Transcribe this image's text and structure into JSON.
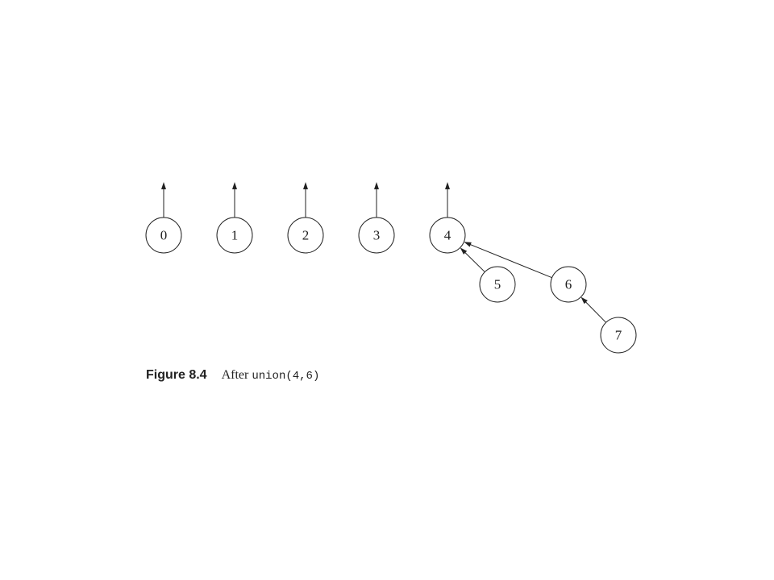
{
  "figure": {
    "number": "Figure 8.4",
    "caption_text": "After",
    "caption_code": "union(4,6)"
  },
  "nodes": [
    {
      "label": "0",
      "id": "0",
      "is_root": true
    },
    {
      "label": "1",
      "id": "1",
      "is_root": true
    },
    {
      "label": "2",
      "id": "2",
      "is_root": true
    },
    {
      "label": "3",
      "id": "3",
      "is_root": true
    },
    {
      "label": "4",
      "id": "4",
      "is_root": true
    },
    {
      "label": "5",
      "id": "5",
      "parent": "4"
    },
    {
      "label": "6",
      "id": "6",
      "parent": "4"
    },
    {
      "label": "7",
      "id": "7",
      "parent": "6"
    }
  ]
}
